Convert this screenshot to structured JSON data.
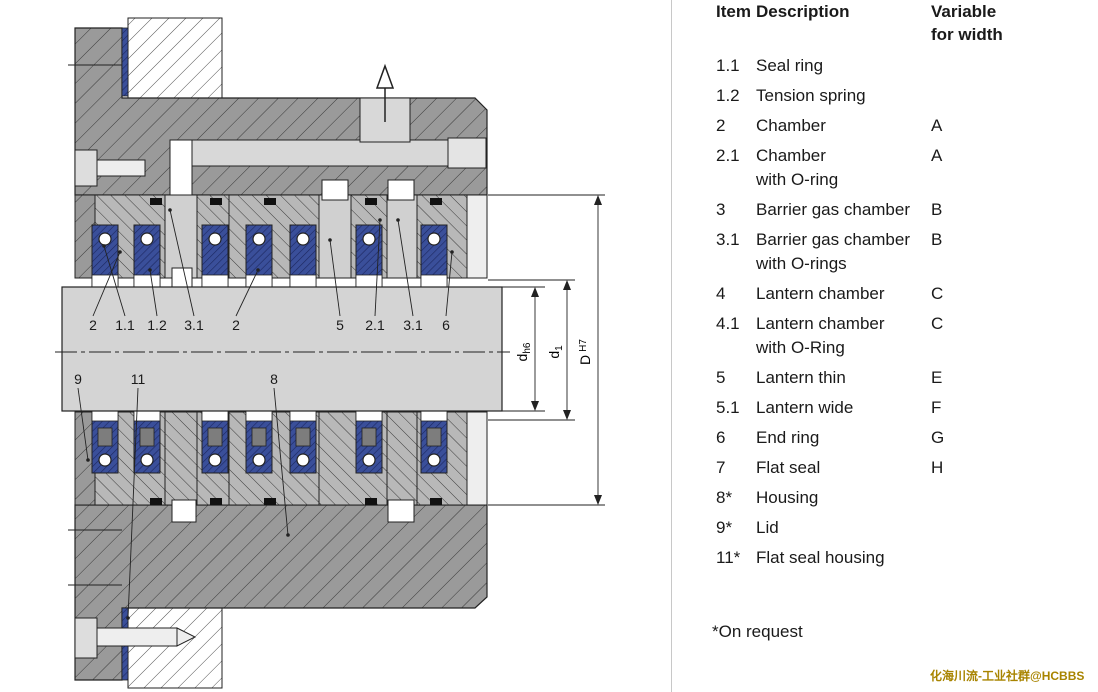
{
  "drawing": {
    "labels_top": [
      "2",
      "1.1",
      "1.2",
      "3.1",
      "2",
      "5",
      "2.1",
      "3.1",
      "6"
    ],
    "labels_bottom": [
      "9",
      "11",
      "8"
    ],
    "dim_labels": [
      "d",
      "h6",
      "d",
      "1",
      "D",
      "H7"
    ]
  },
  "legend": {
    "header_item": "Item",
    "header_desc": "Description",
    "header_var_1": "Variable",
    "header_var_2": "for width",
    "rows": [
      {
        "item": "1.1",
        "desc": "Seal ring",
        "desc2": "",
        "var": ""
      },
      {
        "item": "1.2",
        "desc": "Tension spring",
        "desc2": "",
        "var": ""
      },
      {
        "item": "2",
        "desc": "Chamber",
        "desc2": "",
        "var": "A"
      },
      {
        "item": "2.1",
        "desc": "Chamber",
        "desc2": "with O-ring",
        "var": "A"
      },
      {
        "item": "3",
        "desc": "Barrier gas chamber",
        "desc2": "",
        "var": "B"
      },
      {
        "item": "3.1",
        "desc": "Barrier gas chamber",
        "desc2": "with O-rings",
        "var": "B"
      },
      {
        "item": "4",
        "desc": "Lantern chamber",
        "desc2": "",
        "var": "C"
      },
      {
        "item": "4.1",
        "desc": "Lantern chamber",
        "desc2": "with O-Ring",
        "var": "C"
      },
      {
        "item": "5",
        "desc": "Lantern thin",
        "desc2": "",
        "var": "E"
      },
      {
        "item": "5.1",
        "desc": "Lantern wide",
        "desc2": "",
        "var": "F"
      },
      {
        "item": "6",
        "desc": "End ring",
        "desc2": "",
        "var": "G"
      },
      {
        "item": "7",
        "desc": "Flat seal",
        "desc2": "",
        "var": "H"
      },
      {
        "item": "8*",
        "desc": "Housing",
        "desc2": "",
        "var": ""
      },
      {
        "item": "9*",
        "desc": "Lid",
        "desc2": "",
        "var": ""
      },
      {
        "item": "11*",
        "desc": "Flat seal housing",
        "desc2": "",
        "var": ""
      }
    ]
  },
  "footnote": "*On request",
  "watermark": "化海川流-工业社群@HCBBS",
  "colors": {
    "metal": "#9a9a9a",
    "metal_dark": "#7d7d7d",
    "shaft": "#d4d4d4",
    "seal_blue": "#3a4f9a",
    "chamber": "#c2c2c2"
  }
}
